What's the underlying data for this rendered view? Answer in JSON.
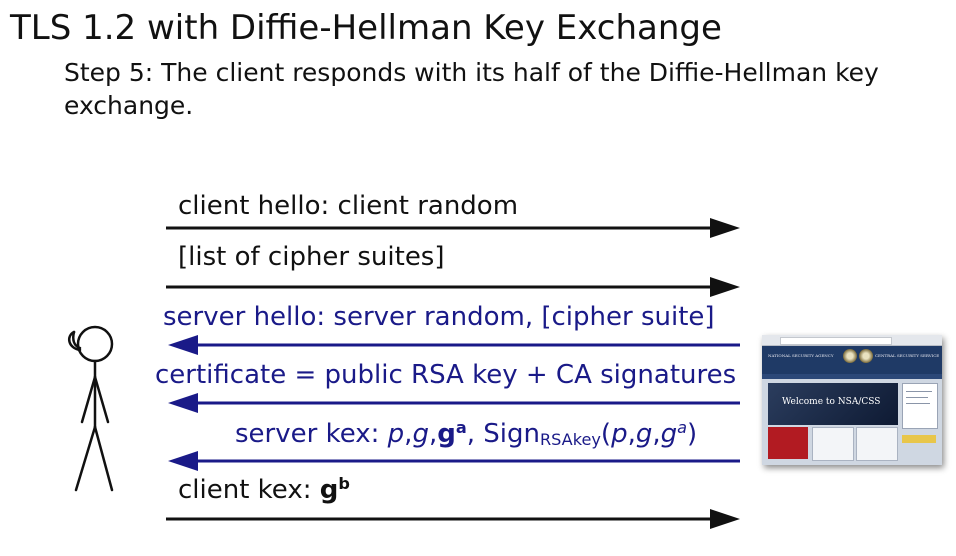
{
  "slide": {
    "title": "TLS 1.2 with Diffie-Hellman Key Exchange",
    "subtitle": "Step 5: The client responds with its half of the Diffie-Hellman key exchange."
  },
  "messages": {
    "client_hello": "client hello: client random",
    "cipher_list": "[list of cipher suites]",
    "server_hello": "server hello: server random, [cipher suite]",
    "certificate": "certificate = public RSA key + CA signatures",
    "server_kex": {
      "prefix": "server kex: ",
      "p": "p",
      "comma1": ",",
      "g": "g",
      "comma2": ",",
      "g_bold": "g",
      "a_sup": "a",
      "comma3": ", ",
      "sign": "Sign",
      "sign_sub": "RSAkey",
      "open": "(",
      "p2": "p",
      "comma4": ",",
      "g2": "g",
      "comma5": ",",
      "g3": "g",
      "a_sup2": "a",
      "close": ")"
    },
    "client_kex": {
      "prefix": "client kex: ",
      "g_bold": "g",
      "b_sup": "b"
    }
  },
  "website": {
    "banner_left": "NATIONAL SECURITY AGENCY",
    "banner_right": "CENTRAL SECURITY SERVICE",
    "hero": "Welcome to NSA/CSS"
  },
  "colors": {
    "client_arrow": "#111111",
    "server_arrow": "#1a1a88"
  },
  "icons": {
    "client": "stick-figure-icon",
    "server": "website-screenshot-icon"
  }
}
